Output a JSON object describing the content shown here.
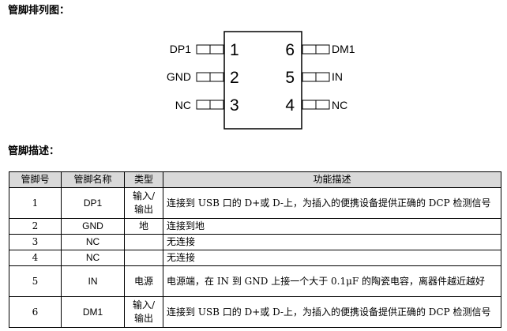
{
  "headings": {
    "pinout": "管脚排列图：",
    "description": "管脚描述："
  },
  "diagram": {
    "left_pins": [
      {
        "label": "DP1",
        "number": "1"
      },
      {
        "label": "GND",
        "number": "2"
      },
      {
        "label": "NC",
        "number": "3"
      }
    ],
    "right_pins": [
      {
        "label": "DM1",
        "number": "6"
      },
      {
        "label": "IN",
        "number": "5"
      },
      {
        "label": "NC",
        "number": "4"
      }
    ]
  },
  "table": {
    "headers": [
      "管脚号",
      "管脚名称",
      "类型",
      "功能描述"
    ],
    "rows": [
      {
        "num": "1",
        "name": "DP1",
        "type": "输入/输出",
        "desc": "连接到 USB 口的 D+或 D-上，为插入的便携设备提供正确的 DCP 检测信号"
      },
      {
        "num": "2",
        "name": "GND",
        "type": "地",
        "desc": "连接到地"
      },
      {
        "num": "3",
        "name": "NC",
        "type": "",
        "desc": "无连接"
      },
      {
        "num": "4",
        "name": "NC",
        "type": "",
        "desc": "无连接"
      },
      {
        "num": "5",
        "name": "IN",
        "type": "电源",
        "desc": "电源端，在 IN 到 GND 上接一个大于 0.1μF 的陶瓷电容，离器件越近越好"
      },
      {
        "num": "6",
        "name": "DM1",
        "type": "输入/输出",
        "desc": "连接到 USB 口的 D+或 D-上，为插入的便携设备提供正确的 DCP 检测信号"
      }
    ]
  }
}
